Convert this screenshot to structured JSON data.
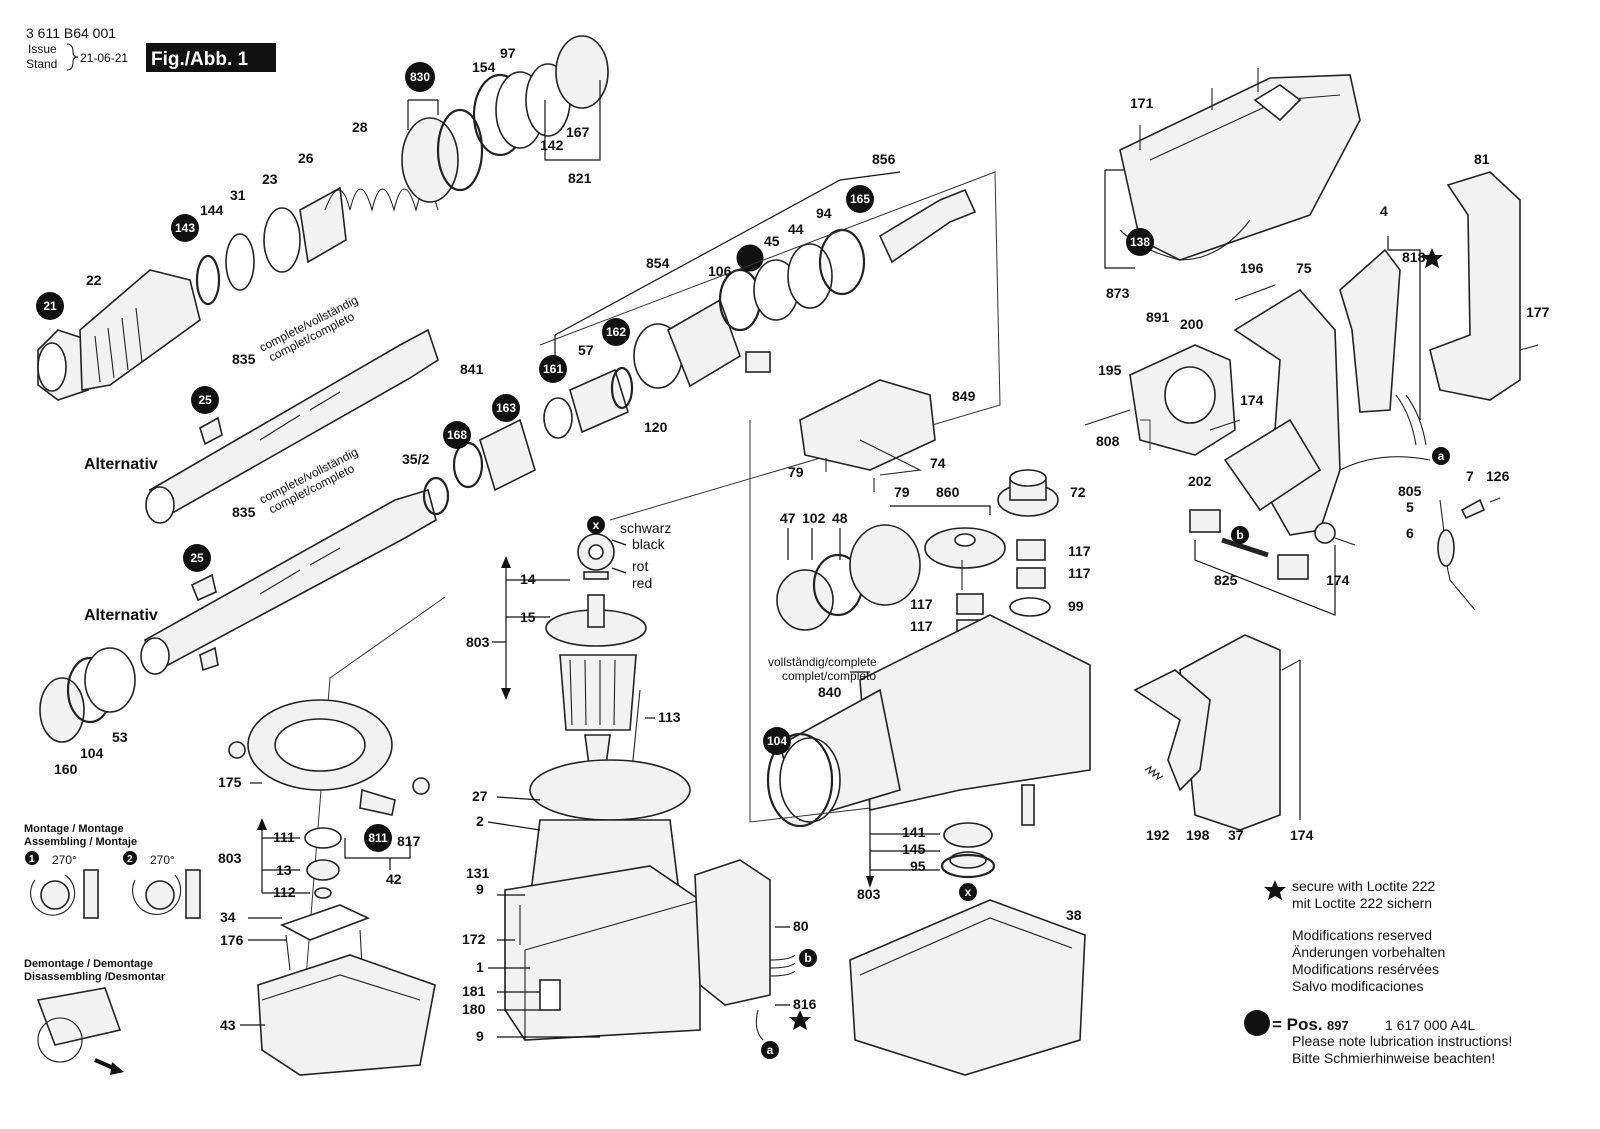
{
  "header": {
    "doc_number": "3 611 B64 001",
    "issue_label": "Issue",
    "stand_label": "Stand",
    "issue_date": "21-06-21",
    "fig_label": "Fig./Abb. 1"
  },
  "alternativ_label": "Alternativ",
  "complete_label": {
    "line1": "complete/vollständig",
    "line2": "complet/completo"
  },
  "complete_label_2": {
    "line1": "vollständig/complete",
    "line2": "complet/completo"
  },
  "wire_colors": {
    "schwarz": "schwarz",
    "black": "black",
    "rot": "rot",
    "red": "red"
  },
  "assembly": {
    "montage": "Montage / Montage",
    "assembling": "Assembling / Montaje",
    "step1": "1",
    "step2": "2",
    "angle": "270°",
    "demontage": "Demontage / Demontage",
    "disassembling": "Disassembling /Desmontar"
  },
  "loctite_note": {
    "line1": "secure with Loctite 222",
    "line2": "mit Loctite 222 sichern"
  },
  "modifications": [
    "Modifications reserved",
    "Änderungen vorbehalten",
    "Modifications resérvées",
    "Salvo modificaciones"
  ],
  "lubrication": {
    "pos_label": "= Pos.",
    "pos_number": "897",
    "part_number": "1 617 000 A4L",
    "line1": "Please note lubrication instructions!",
    "line2": "Bitte Schmierhinweise beachten!"
  },
  "bubbles": [
    "830",
    "143",
    "21",
    "25",
    "25",
    "168",
    "163",
    "161",
    "162",
    "165",
    "138",
    "811",
    "104"
  ],
  "marker_letters": [
    "x",
    "b",
    "a",
    "x",
    "b",
    "a"
  ],
  "part_labels": {
    "p154": "154",
    "p97": "97",
    "p28": "28",
    "p26": "26",
    "p23": "23",
    "p31": "31",
    "p144": "144",
    "p22": "22",
    "p167": "167",
    "p142": "142",
    "p821": "821",
    "p856": "856",
    "p94": "94",
    "p44": "44",
    "p45": "45",
    "p106": "106",
    "p854": "854",
    "p57": "57",
    "p120": "120",
    "p841": "841",
    "p835a": "835",
    "p835b": "835",
    "p35_2": "35/2",
    "p53": "53",
    "p104": "104",
    "p160": "160",
    "p14": "14",
    "p15": "15",
    "p803a": "803",
    "p113": "113",
    "p27": "27",
    "p2": "2",
    "p131": "131",
    "p9a": "9",
    "p172": "172",
    "p1": "1",
    "p181": "181",
    "p180": "180",
    "p9b": "9",
    "p175": "175",
    "p111": "111",
    "p13": "13",
    "p112": "112",
    "p803b": "803",
    "p817": "817",
    "p42": "42",
    "p34": "34",
    "p176": "176",
    "p43": "43",
    "p80": "80",
    "p816": "816",
    "p849": "849",
    "p79a": "79",
    "p74": "74",
    "p79b": "79",
    "p860": "860",
    "p72": "72",
    "p47": "47",
    "p102": "102",
    "p48": "48",
    "p117a": "117",
    "p117b": "117",
    "p117c": "117",
    "p117d": "117",
    "p99": "99",
    "p840": "840",
    "p141": "141",
    "p145": "145",
    "p95": "95",
    "p803c": "803",
    "p38": "38",
    "p171": "171",
    "p873": "873",
    "p4": "4",
    "p818": "818",
    "p81": "81",
    "p177": "177",
    "p196": "196",
    "p75": "75",
    "p891": "891",
    "p200": "200",
    "p195": "195",
    "p174a": "174",
    "p808": "808",
    "p202": "202",
    "p825": "825",
    "p174b": "174",
    "p805": "805",
    "p5": "5",
    "p7": "7",
    "p126": "126",
    "p6": "6",
    "p192": "192",
    "p198": "198",
    "p37": "37",
    "p174c": "174"
  }
}
